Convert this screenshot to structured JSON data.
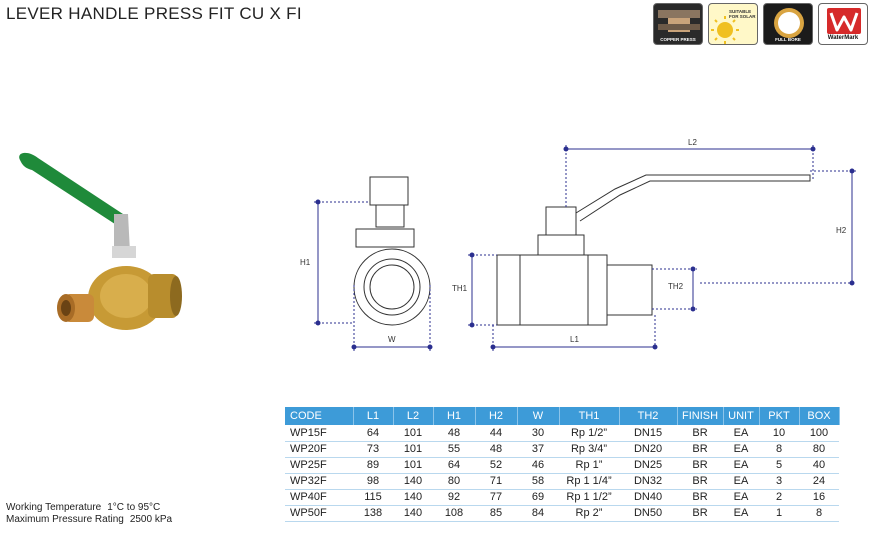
{
  "page": {
    "title": "LEVER HANDLE PRESS FIT CU X FI"
  },
  "badges": [
    {
      "icon": "copper-press-icon",
      "label": "COPPER PRESS"
    },
    {
      "icon": "sun-icon",
      "label": "SUITABLE FOR SOLAR"
    },
    {
      "icon": "full-bore-icon",
      "label": "FULL BORE"
    },
    {
      "icon": "watermark-icon",
      "label": "WaterMark"
    }
  ],
  "drawing_labels": {
    "h1": "H1",
    "w": "W",
    "th1": "TH1",
    "th2": "TH2",
    "l1": "L1",
    "l2": "L2",
    "h2": "H2"
  },
  "table": {
    "columns": [
      "CODE",
      "L1",
      "L2",
      "H1",
      "H2",
      "W",
      "TH1",
      "TH2",
      "FINISH",
      "UNIT",
      "PKT",
      "BOX"
    ],
    "rows": [
      [
        "WP15F",
        "64",
        "101",
        "48",
        "44",
        "30",
        "Rp 1/2”",
        "DN15",
        "BR",
        "EA",
        "10",
        "100"
      ],
      [
        "WP20F",
        "73",
        "101",
        "55",
        "48",
        "37",
        "Rp 3/4”",
        "DN20",
        "BR",
        "EA",
        "8",
        "80"
      ],
      [
        "WP25F",
        "89",
        "101",
        "64",
        "52",
        "46",
        "Rp 1”",
        "DN25",
        "BR",
        "EA",
        "5",
        "40"
      ],
      [
        "WP32F",
        "98",
        "140",
        "80",
        "71",
        "58",
        "Rp 1 1/4”",
        "DN32",
        "BR",
        "EA",
        "3",
        "24"
      ],
      [
        "WP40F",
        "115",
        "140",
        "92",
        "77",
        "69",
        "Rp 1 1/2”",
        "DN40",
        "BR",
        "EA",
        "2",
        "16"
      ],
      [
        "WP50F",
        "138",
        "140",
        "108",
        "85",
        "84",
        "Rp 2”",
        "DN50",
        "BR",
        "EA",
        "1",
        "8"
      ]
    ]
  },
  "notes": {
    "working_temp_label": "Working Temperature",
    "working_temp_value": "1°C to 95°C",
    "max_pressure_label": "Maximum Pressure Rating",
    "max_pressure_value": "2500 kPa"
  },
  "colors": {
    "table_header": "#3d9bd8",
    "handle_green": "#1f8a3a",
    "dimension_line": "#2b2f8f"
  }
}
